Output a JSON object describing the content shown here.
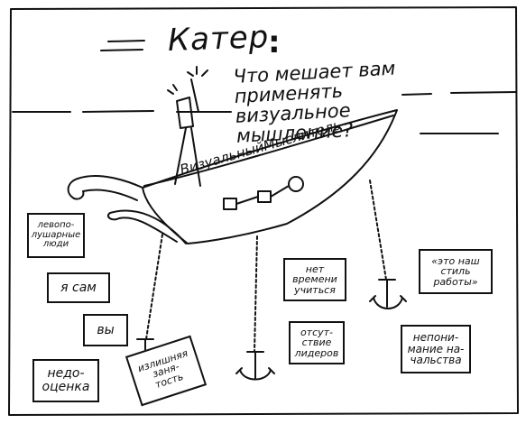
{
  "title": "Катер",
  "title_colon": ":",
  "question": [
    "Что мешает вам",
    "применять визуальное",
    "мышление?"
  ],
  "boat_name": "ВизуальныйМыслитель",
  "notes": {
    "left_brain": [
      "левопо-",
      "лушарные",
      "люди"
    ],
    "myself": [
      "я сам"
    ],
    "you": [
      "вы"
    ],
    "underestimate": [
      "недо-",
      "оценка"
    ],
    "too_busy": [
      "излишняя",
      "заня-",
      "тость"
    ],
    "no_time": [
      "нет",
      "времени",
      "учиться"
    ],
    "no_leaders": [
      "отсут-",
      "ствие",
      "лидеров"
    ],
    "our_style": [
      "«это наш",
      "стиль",
      "работы»"
    ],
    "boss": [
      "непони-",
      "мание на-",
      "чальства"
    ]
  },
  "colors": {
    "ink": "#111111",
    "paper": "#ffffff"
  },
  "icons": [
    "speech-marks-icon",
    "anchor-icon",
    "chain-icon",
    "flowchart-icon"
  ]
}
